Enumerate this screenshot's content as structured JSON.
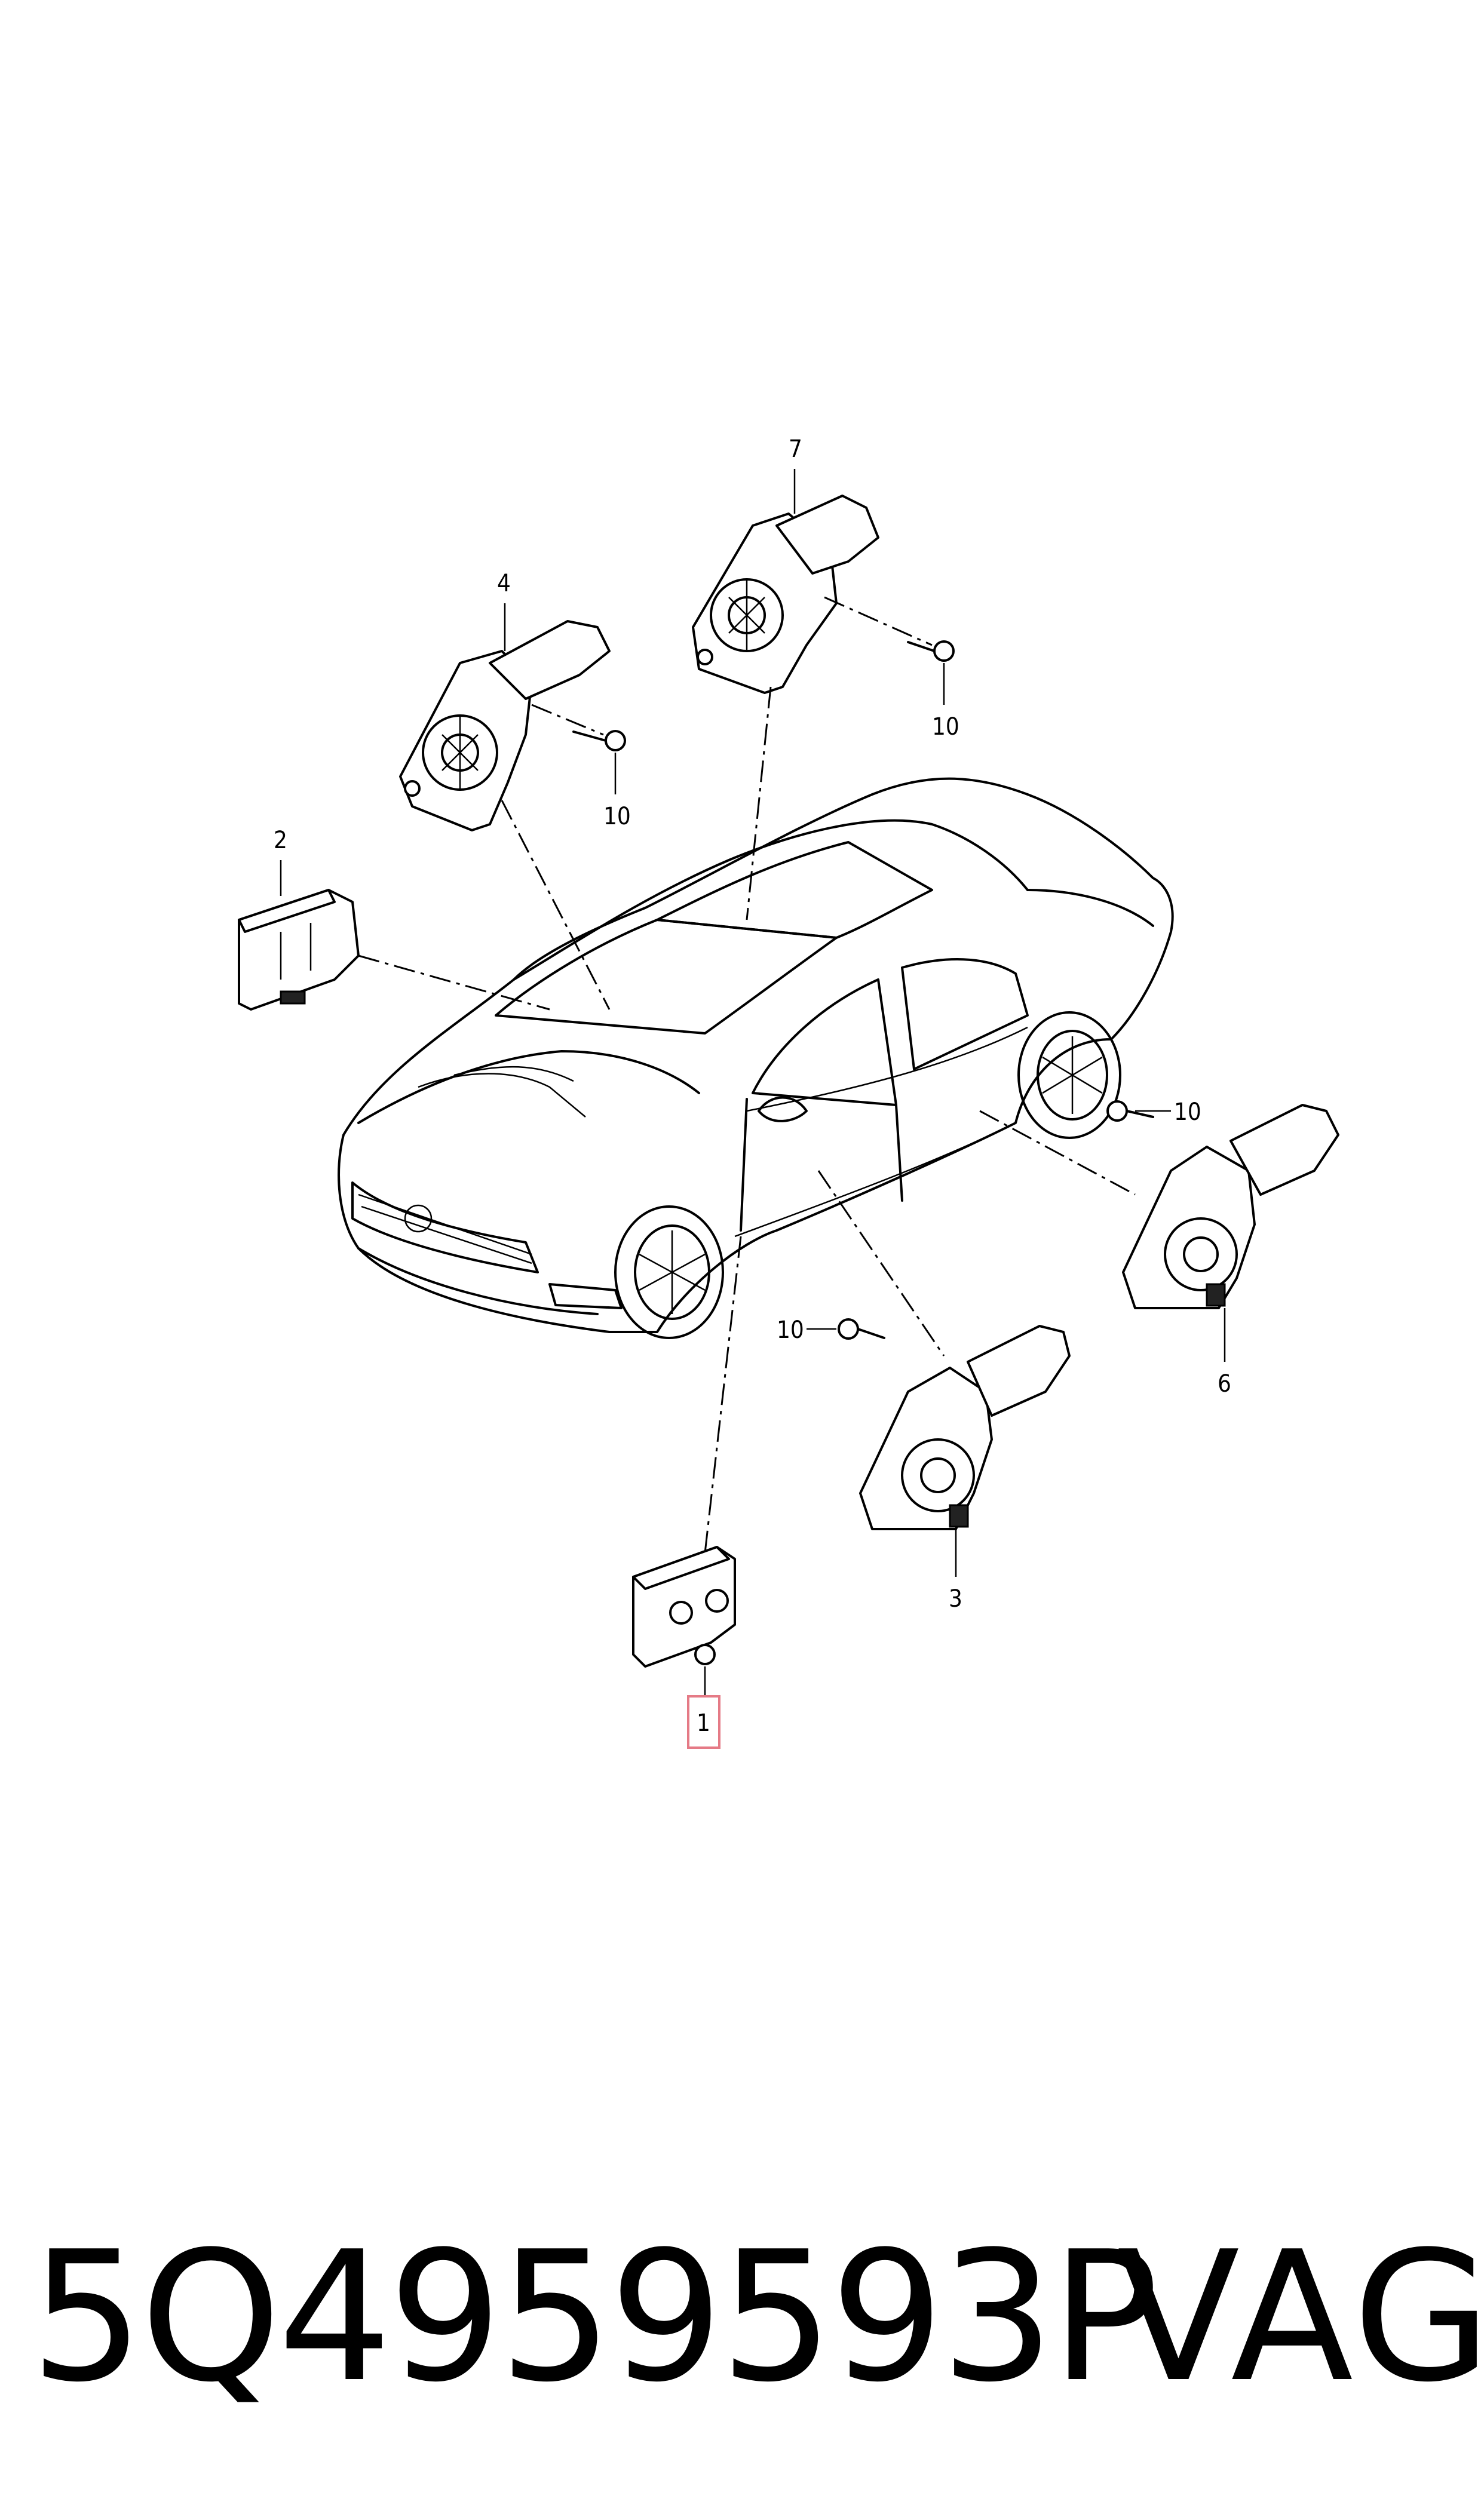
{
  "callouts": {
    "c1": "1",
    "c2": "2",
    "c3": "3",
    "c4": "4",
    "c6": "6",
    "c7": "7",
    "c10a": "10",
    "c10b": "10",
    "c10c": "10",
    "c10d": "10"
  },
  "caption": {
    "part_number": "5Q4959593P",
    "brand": "VAG"
  },
  "colors": {
    "highlight": "#e57a86"
  }
}
